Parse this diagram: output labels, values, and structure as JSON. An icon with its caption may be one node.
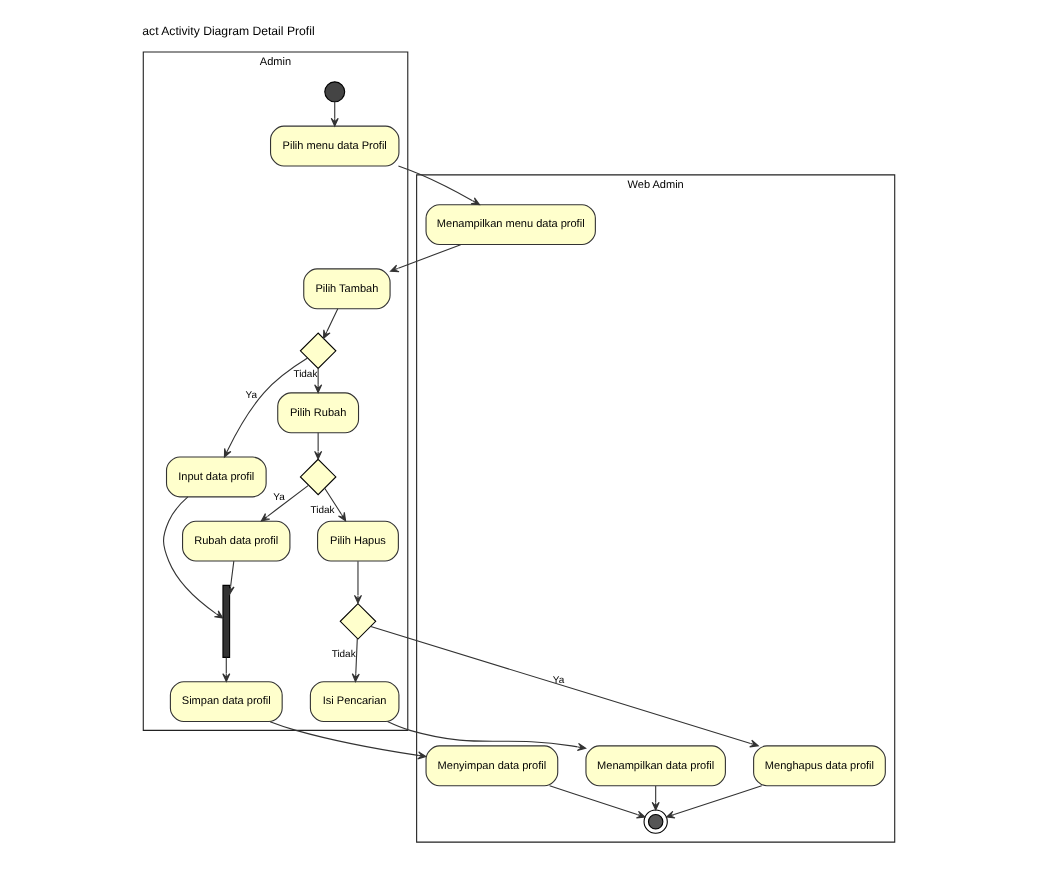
{
  "diagram": {
    "title": "act Activity Diagram Detail Profil",
    "nodes": [
      {
        "text": [
          "Admin"
        ]
      },
      {
        "text": [
          "Web Admin"
        ]
      },
      {
        "text": [],
        "shape": "circle",
        "in": 0
      },
      {
        "text": [
          "Pilih menu data Profil"
        ],
        "in": 0
      },
      {
        "text": [
          "Pilih Tambah"
        ],
        "in": 0
      },
      {
        "text": [],
        "shape": "diamond",
        "in": 0
      },
      {
        "text": [
          "Input data profil"
        ],
        "in": 0
      },
      {
        "text": [
          "Pilih Rubah"
        ],
        "in": 0
      },
      {
        "text": [],
        "shape": "diamond",
        "in": 0
      },
      {
        "text": [
          "Rubah data profil"
        ],
        "in": 0
      },
      {
        "text": [],
        "shape": "bar",
        "in": 0
      },
      {
        "text": [
          "Simpan data profil"
        ],
        "in": 0
      },
      {
        "text": [
          "Pilih Hapus"
        ],
        "in": 0
      },
      {
        "text": [],
        "shape": "diamond",
        "in": 0
      },
      {
        "text": [
          "Isi Pencarian"
        ],
        "in": 0
      },
      {
        "text": [
          "Menampilkan menu data profil"
        ],
        "in": 1
      },
      {
        "text": [
          "Menyimpan data profil"
        ],
        "in": 1
      },
      {
        "text": [
          "Menghapus data profil"
        ],
        "in": 1
      },
      {
        "text": [
          "Menampilkan data profil"
        ],
        "in": 1
      },
      {
        "text": [],
        "shape": "circle",
        "in": 1
      }
    ],
    "edges": [
      {
        "from": 2,
        "to": 3,
        "arrow": "to"
      },
      {
        "from": 3,
        "to": 15,
        "arrow": "to"
      },
      {
        "from": 15,
        "to": 4,
        "arrow": "to"
      },
      {
        "from": 4,
        "to": 5,
        "arrow": "to"
      },
      {
        "from": 5,
        "to": 6,
        "arrow": "to",
        "label": "Ya"
      },
      {
        "from": 5,
        "to": 7,
        "arrow": "to",
        "label": "Tidak"
      },
      {
        "from": 7,
        "to": 8,
        "arrow": "to"
      },
      {
        "from": 8,
        "to": 9,
        "arrow": "to",
        "label": "Ya"
      },
      {
        "from": 8,
        "to": 12,
        "arrow": "to",
        "label": "Tidak"
      },
      {
        "from": 6,
        "to": 10,
        "arrow": "to"
      },
      {
        "from": 9,
        "to": 10,
        "arrow": "to"
      },
      {
        "from": 10,
        "to": 11,
        "arrow": "to"
      },
      {
        "from": 11,
        "to": 16,
        "arrow": "to"
      },
      {
        "from": 16,
        "to": 19,
        "arrow": "to"
      },
      {
        "from": 12,
        "to": 13,
        "arrow": "to"
      },
      {
        "from": 13,
        "to": 17,
        "arrow": "to",
        "label": "Ya"
      },
      {
        "from": 13,
        "to": 14,
        "arrow": "to",
        "label": "Tidak"
      },
      {
        "from": 14,
        "to": 18,
        "arrow": "to"
      },
      {
        "from": 17,
        "to": 19,
        "arrow": "to"
      },
      {
        "from": 18,
        "to": 19,
        "arrow": "to"
      }
    ]
  }
}
